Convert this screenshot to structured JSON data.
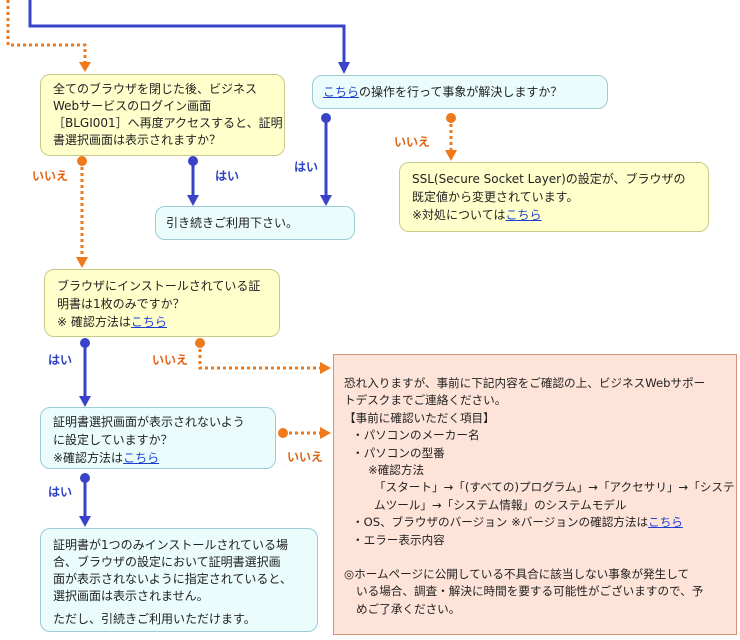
{
  "colors": {
    "blue_connector": "#3a43c8",
    "orange_connector": "#ee7a1c",
    "link": "#1c3fd6"
  },
  "labels": {
    "yes": "はい",
    "no": "いいえ"
  },
  "box1": {
    "lines": [
      "全てのブラウザを閉じた後、ビジネス",
      "Webサービスのログイン画面",
      "［BLGI001］へ再度アクセスすると、証明",
      "書選択画面は表示されますか？"
    ]
  },
  "box2": {
    "link": "こちら",
    "text": "の操作を行って事象が解決しますか？"
  },
  "box3": {
    "text": "引き続きご利用下さい。"
  },
  "box4": {
    "lines": [
      "SSL(Secure Socket Layer)の設定が、ブラウザの",
      "既定値から変更されています。"
    ],
    "note_prefix": "※対処については",
    "note_link": "こちら"
  },
  "box5": {
    "lines": [
      "ブラウザにインストールされている証",
      "明書は1枚のみですか？"
    ],
    "note_prefix": "※ 確認方法は",
    "note_link": "こちら"
  },
  "box6": {
    "lines": [
      "証明書選択画面が表示されないよう",
      "に設定していますか？"
    ],
    "note_prefix": "※確認方法は",
    "note_link": "こちら"
  },
  "box7": {
    "lines": [
      "証明書が1つのみインストールされている場",
      "合、ブラウザの設定において証明書選択画",
      "面が表示されないように指定されていると、",
      "選択画面は表示されません。"
    ],
    "note": "ただし、引続きご利用いただけます。"
  },
  "box8": {
    "intro": [
      "恐れ入りますが、事前に下記内容をご確認の上、ビジネスWebサポー",
      "トデスクまでご連絡ください。"
    ],
    "heading": "【事前に確認いただく項目】",
    "item1": "・パソコンのメーカー名",
    "item2": "・パソコンの型番",
    "method_title": "※確認方法",
    "method_lines": [
      "「スタート」→「(すべての)プログラム」→「アクセサリ」→「システ",
      "ムツール」→「システム情報」のシステムモデル"
    ],
    "item3_prefix": "・OS、ブラウザのバージョン  ※バージョンの確認方法は",
    "item3_link": "こちら",
    "item4": "・エラー表示内容",
    "footer": [
      "◎ホームページに公開している不具合に該当しない事象が発生して",
      "いる場合、調査・解決に時間を要する可能性がございますので、予",
      "めご了承ください。"
    ]
  }
}
